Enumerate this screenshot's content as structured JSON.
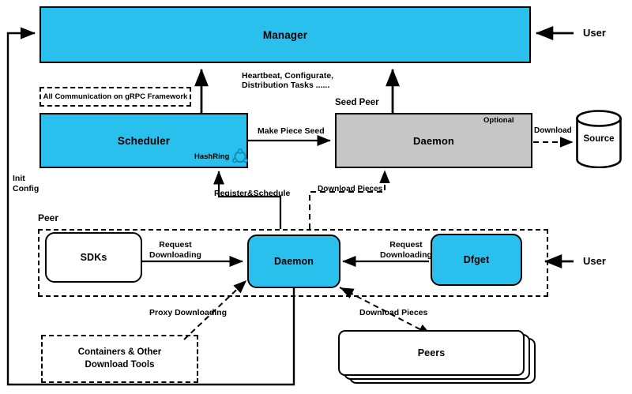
{
  "diagram": {
    "title": "Dragonfly P2P Download Architecture",
    "colors": {
      "accent_cyan": "#29c0ee",
      "seed_gray": "#c6c6c6",
      "white": "#ffffff",
      "stroke": "#000000"
    },
    "nodes": {
      "manager": {
        "label": "Manager"
      },
      "scheduler": {
        "label": "Scheduler"
      },
      "hashring": {
        "label": "HashRing"
      },
      "seed_daemon": {
        "label": "Daemon"
      },
      "seed_optional": {
        "label": "Optional"
      },
      "seed_peer_tag": {
        "label": "Seed Peer"
      },
      "source": {
        "label": "Source"
      },
      "peer_tag": {
        "label": "Peer"
      },
      "sdks": {
        "label": "SDKs"
      },
      "peer_daemon": {
        "label": "Daemon"
      },
      "dfget": {
        "label": "Dfget"
      },
      "containers": {
        "label": "Containers & Other\nDownload Tools"
      },
      "peers": {
        "label": "Peers"
      },
      "user_top": {
        "label": "User"
      },
      "user_bottom": {
        "label": "User"
      }
    },
    "edge_labels": {
      "heartbeat": "Heartbeat, Configurate,\nDistribution Tasks ......",
      "grpc_note": "All Communication on gRPC Framework",
      "make_piece_seed": "Make Piece Seed",
      "download_source": "Download",
      "init_config": "Init\nConfig",
      "register_schedule": "Register&Schedule",
      "download_pieces_seed": "Download Pieces",
      "request_dl_left": "Request\nDownloading",
      "request_dl_right": "Request\nDownloading",
      "proxy_downloading": "Proxy Downloading",
      "download_pieces_peers": "Download Pieces"
    }
  }
}
